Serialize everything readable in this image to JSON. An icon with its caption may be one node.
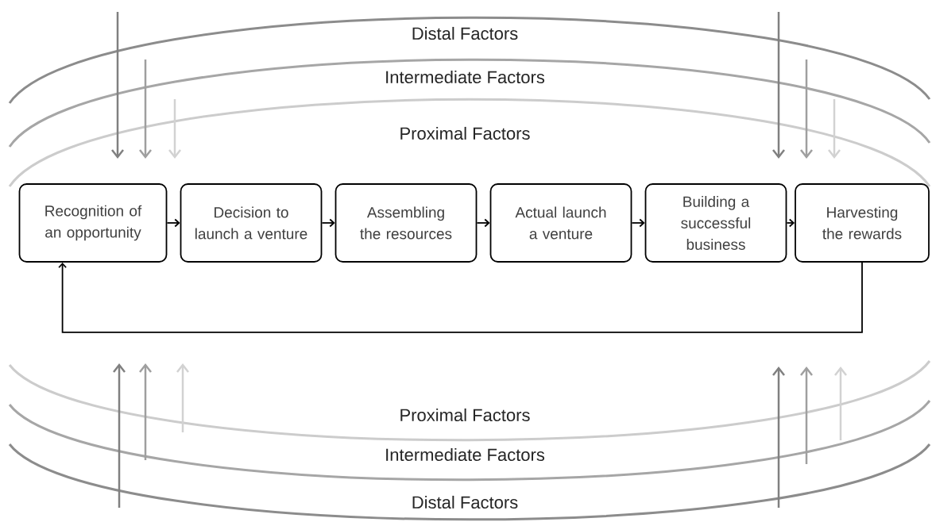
{
  "diagram": {
    "nodes": [
      {
        "text": [
          "Recognition of an opportunity"
        ]
      },
      {
        "text": [
          "Decision to launch a venture"
        ]
      },
      {
        "text": [
          "Assembling the resources"
        ]
      },
      {
        "text": [
          "Actual launch a venture"
        ]
      },
      {
        "text": [
          "Building a successful business"
        ]
      },
      {
        "text": [
          "Harvesting the rewards"
        ]
      }
    ],
    "edges": [
      {
        "from": 0,
        "to": 1,
        "arrow": "to"
      },
      {
        "from": 1,
        "to": 2,
        "arrow": "to"
      },
      {
        "from": 2,
        "to": 3,
        "arrow": "to"
      },
      {
        "from": 3,
        "to": 4,
        "arrow": "to"
      },
      {
        "from": 4,
        "to": 5,
        "arrow": "to"
      },
      {
        "from": 5,
        "to": 0,
        "arrow": "to"
      }
    ],
    "labels": [
      "Distal Factors",
      "Intermediate Factors",
      "Proximal Factors",
      "Proximal Factors",
      "Intermediate Factors",
      "Distal Factors"
    ]
  }
}
